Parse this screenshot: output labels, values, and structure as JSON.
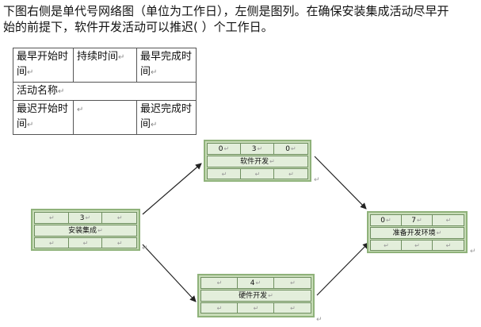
{
  "question": {
    "line1": "下图右侧是单代号网络图（单位为工作日），左侧是图列。在确保安装集成活动尽早开",
    "line2": "始的前提下，软件开发活动可以推迟(   ）个工作日。"
  },
  "legend": {
    "early_start": "最早开始时间",
    "duration": "持续时间",
    "early_finish": "最早完成时间",
    "activity_name": "活动名称",
    "late_start": "最迟开始时间",
    "late_finish": "最迟完成时间",
    "para_mark": "↵"
  },
  "nodes": {
    "software": {
      "es": "0",
      "duration": "3",
      "ef": "0",
      "name": "软件开发"
    },
    "install": {
      "es": "",
      "duration": "3",
      "ef": "",
      "name": "安装集成"
    },
    "hardware": {
      "es": "",
      "duration": "4",
      "ef": "",
      "name": "硬件开发"
    },
    "prepare": {
      "es": "0",
      "duration": "7",
      "ef": "",
      "name": "准备开发环境"
    }
  },
  "colors": {
    "node_fill": "#c8dcb8",
    "node_border": "#8fb27a",
    "cell_fill": "#e3eedb",
    "arrow": "#222222"
  }
}
